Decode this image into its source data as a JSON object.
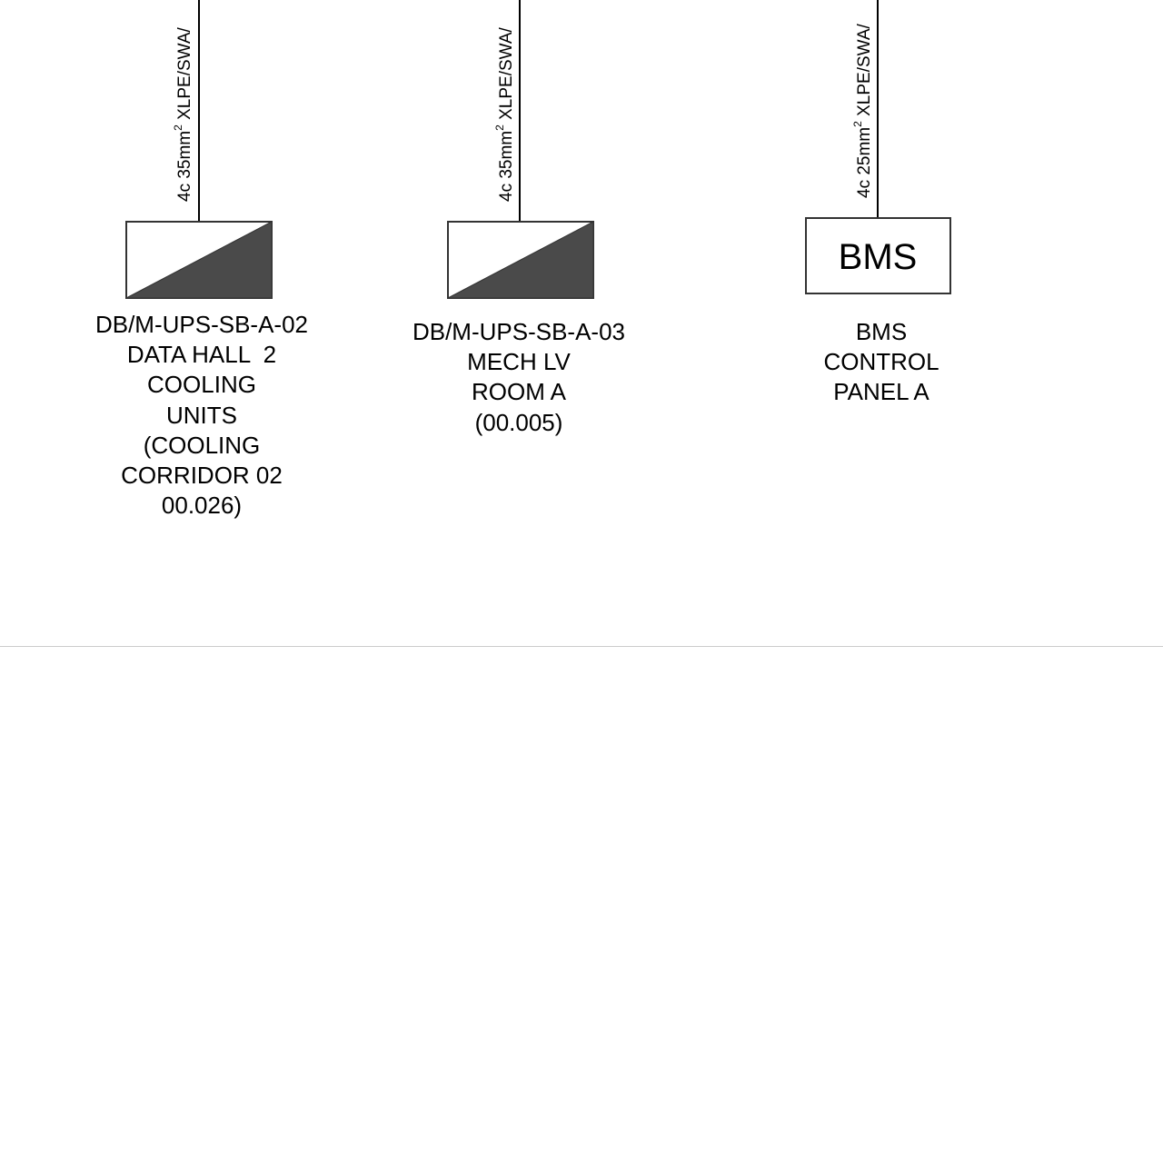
{
  "colors": {
    "line": "#000000",
    "box_border": "#333333",
    "fill_dark": "#4a4a4a",
    "separator": "#cccccc"
  },
  "feeders": [
    {
      "id": "ups-sb-a-02",
      "symbol": "ups-distribution-board",
      "cable": {
        "prefix": "4c 35mm",
        "superscript": "2",
        "suffix": " XLPE/SWA/"
      },
      "caption_lines": [
        "DB/M-UPS-SB-A-02",
        "DATA HALL  2",
        "COOLING",
        "UNITS",
        "(COOLING",
        "CORRIDOR 02",
        "00.026)"
      ]
    },
    {
      "id": "ups-sb-a-03",
      "symbol": "ups-distribution-board",
      "cable": {
        "prefix": "4c 35mm",
        "superscript": "2",
        "suffix": " XLPE/SWA/"
      },
      "caption_lines": [
        "DB/M-UPS-SB-A-03",
        "MECH LV",
        "ROOM A",
        "(00.005)"
      ]
    },
    {
      "id": "bms-a",
      "symbol": "bms-box",
      "box_label": "BMS",
      "cable": {
        "prefix": "4c 25mm",
        "superscript": "2",
        "suffix": " XLPE/SWA/"
      },
      "caption_lines": [
        "BMS",
        "CONTROL",
        "PANEL A"
      ]
    }
  ]
}
